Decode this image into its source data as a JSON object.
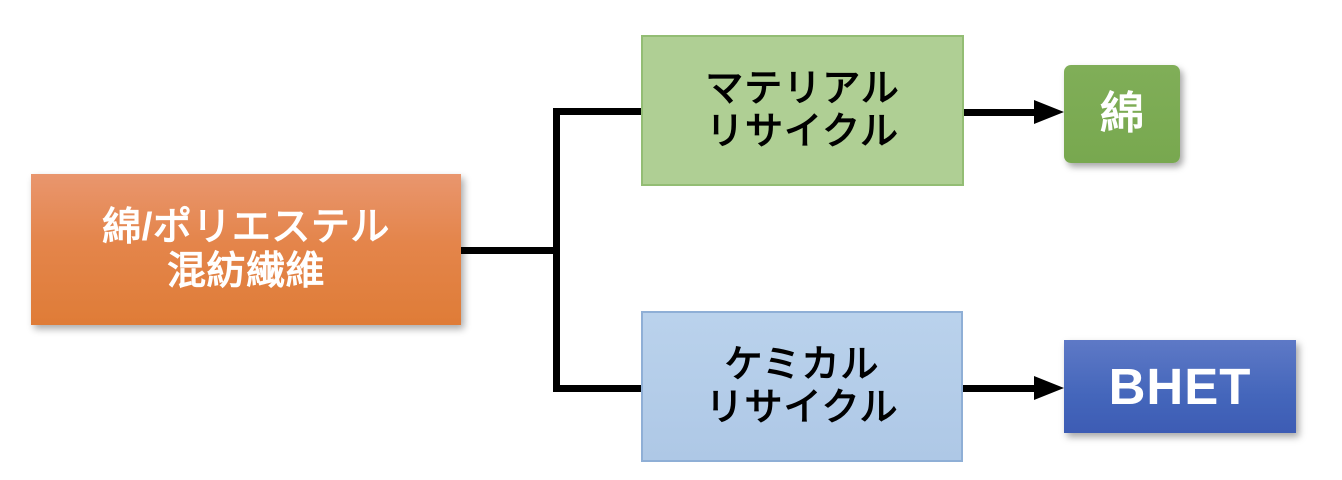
{
  "diagram": {
    "type": "flowchart",
    "direction": "left-to-right",
    "nodes": {
      "source": {
        "label": "綿/ポリエステル\n混紡繊維",
        "shape": "rectangle",
        "fill": "#e4854b",
        "text_color": "#ffffff"
      },
      "material_recycle": {
        "label": "マテリアル\nリサイクル",
        "shape": "rectangle",
        "fill": "#afcf94",
        "border": "#93bd74",
        "text_color": "#000000"
      },
      "chemical_recycle": {
        "label": "ケミカル\nリサイクル",
        "shape": "rectangle",
        "fill": "#b4cce8",
        "border": "#8fafd6",
        "text_color": "#000000"
      },
      "cotton_product": {
        "label": "綿",
        "shape": "rounded-rectangle",
        "fill": "#7baa53",
        "text_color": "#ffffff"
      },
      "bhet_product": {
        "label": "BHET",
        "shape": "rectangle",
        "fill": "#4466bb",
        "text_color": "#ffffff"
      }
    },
    "edges": [
      {
        "from": "source",
        "to": "material_recycle",
        "style": "elbow",
        "arrowhead": false
      },
      {
        "from": "source",
        "to": "chemical_recycle",
        "style": "elbow",
        "arrowhead": false
      },
      {
        "from": "material_recycle",
        "to": "cotton_product",
        "style": "straight",
        "arrowhead": true
      },
      {
        "from": "chemical_recycle",
        "to": "bhet_product",
        "style": "straight",
        "arrowhead": true
      }
    ],
    "connector_color": "#000000",
    "background": "#ffffff"
  }
}
